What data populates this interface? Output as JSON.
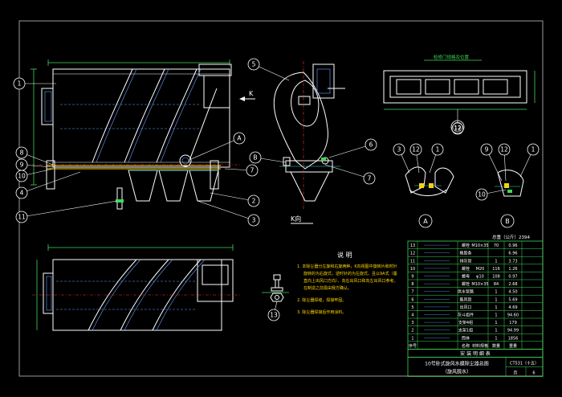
{
  "balloons": {
    "b1": "1",
    "b2": "2",
    "b3": "3",
    "b4": "4",
    "b5": "5",
    "b6": "6",
    "b7": "7",
    "b8": "8",
    "b9": "9",
    "b10": "10",
    "b11": "11",
    "b12": "12",
    "b13": "13",
    "bA": "A",
    "bB": "B"
  },
  "view_labels": {
    "k_arrow": "K",
    "k_view": "K向",
    "detail_a": "A",
    "detail_b": "B",
    "detail_12": "12"
  },
  "section_note": "说 明",
  "notes": [
    "1. 本除尘器分左旋和右旋两种，K向视图中旋转片和时针",
    "旋转的为右旋式，逆时针的为左旋式，且以9A式（垂",
    "直向上出风口方向）、向右出风口和向左出风口参考。",
    "在制造之前需由我方确认。",
    "2. 除尘器焊缝，焊接牢固。",
    "3. 除尘器焊接后作用涂料。"
  ],
  "parts_table": {
    "total_weight": "总重（公斤）2394",
    "rows": [
      {
        "no": "13",
        "name": "螺栓",
        "spec": "M10×35",
        "qty": "70",
        "weight": "0.96"
      },
      {
        "no": "12",
        "name": "橡胶条",
        "spec": "",
        "qty": "",
        "weight": "6.96"
      },
      {
        "no": "11",
        "name": "排灰管",
        "spec": "",
        "qty": "1",
        "weight": "3.73"
      },
      {
        "no": "10",
        "name": "螺栓",
        "spec": "M20",
        "qty": "116",
        "weight": "1.26"
      },
      {
        "no": "9",
        "name": "螺母",
        "spec": "φ10",
        "qty": "108",
        "weight": "0.97"
      },
      {
        "no": "8",
        "name": "螺栓",
        "spec": "M10×35",
        "qty": "84",
        "weight": "2.68"
      },
      {
        "no": "7",
        "name": "供水管路",
        "spec": "",
        "qty": "1",
        "weight": "4.50"
      },
      {
        "no": "6",
        "name": "集风管",
        "spec": "",
        "qty": "1",
        "weight": "5.69"
      },
      {
        "no": "5",
        "name": "出风口",
        "spec": "",
        "qty": "1",
        "weight": "4.69"
      },
      {
        "no": "4",
        "name": "灰斗组件",
        "spec": "",
        "qty": "1",
        "weight": "94.60"
      },
      {
        "no": "3",
        "name": "支架4组",
        "spec": "",
        "qty": "1",
        "weight": "179"
      },
      {
        "no": "2",
        "name": "支架1组",
        "spec": "",
        "qty": "1",
        "weight": "94.99"
      },
      {
        "no": "1",
        "name": "筒体",
        "spec": "",
        "qty": "1",
        "weight": "1856"
      }
    ],
    "header": {
      "no": "序号",
      "name": "名称",
      "spec": "材料规格",
      "qty": "数量",
      "weight": "重量"
    },
    "footer_label": "安 装 明 细 表",
    "title_main": "10号卧式旋风水膜除尘器总图",
    "title_sub": "（旋风脱水）",
    "drawing_no": "CT531（十五）",
    "page_label": "页",
    "page_no": "6"
  },
  "top_right_note": "检修门规格及位置"
}
